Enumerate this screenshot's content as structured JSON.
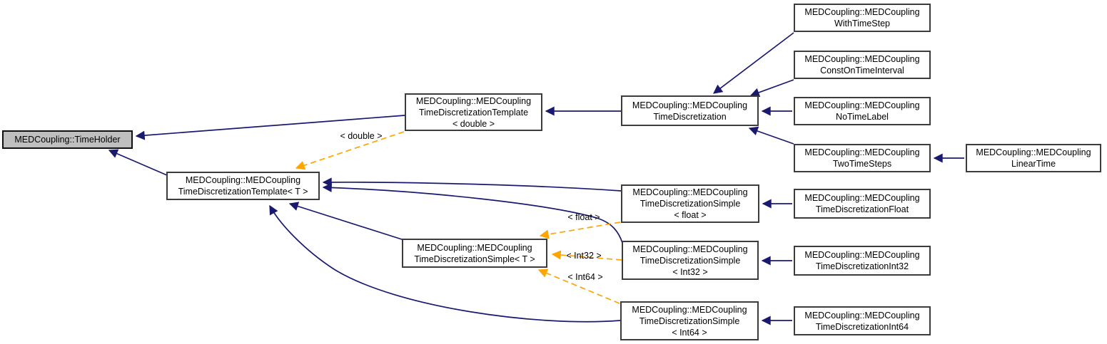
{
  "colors": {
    "inheritance_edge": "#191970",
    "template_instantiation_edge": "#ffa500",
    "node_fill": "#ffffff",
    "node_border": "#3c3c3c",
    "highlighted_node_fill": "#bfbfbf",
    "highlighted_node_border": "#101010",
    "text": "#000000",
    "background": "#ffffff"
  },
  "nodes": {
    "timeholder": {
      "label": "MEDCoupling::TimeHolder",
      "highlighted": true
    },
    "template_t": {
      "label": "MEDCoupling::MEDCoupling\nTimeDiscretizationTemplate< T >"
    },
    "template_double": {
      "label": "MEDCoupling::MEDCoupling\nTimeDiscretizationTemplate\n< double >"
    },
    "simple_t": {
      "label": "MEDCoupling::MEDCoupling\nTimeDiscretizationSimple< T >"
    },
    "time_discretization": {
      "label": "MEDCoupling::MEDCoupling\nTimeDiscretization"
    },
    "with_time_step": {
      "label": "MEDCoupling::MEDCoupling\nWithTimeStep"
    },
    "const_on_time_interval": {
      "label": "MEDCoupling::MEDCoupling\nConstOnTimeInterval"
    },
    "no_time_label": {
      "label": "MEDCoupling::MEDCoupling\nNoTimeLabel"
    },
    "two_time_steps": {
      "label": "MEDCoupling::MEDCoupling\nTwoTimeSteps"
    },
    "linear_time": {
      "label": "MEDCoupling::MEDCoupling\nLinearTime"
    },
    "simple_float": {
      "label": "MEDCoupling::MEDCoupling\nTimeDiscretizationSimple\n< float >"
    },
    "simple_int32": {
      "label": "MEDCoupling::MEDCoupling\nTimeDiscretizationSimple\n< Int32 >"
    },
    "simple_int64": {
      "label": "MEDCoupling::MEDCoupling\nTimeDiscretizationSimple\n< Int64 >"
    },
    "td_float": {
      "label": "MEDCoupling::MEDCoupling\nTimeDiscretizationFloat"
    },
    "td_int32": {
      "label": "MEDCoupling::MEDCoupling\nTimeDiscretizationInt32"
    },
    "td_int64": {
      "label": "MEDCoupling::MEDCoupling\nTimeDiscretizationInt64"
    }
  },
  "edge_labels": {
    "double_inst": "< double >",
    "float_inst": "< float >",
    "int32_inst": "< Int32 >",
    "int64_inst": "< Int64 >"
  }
}
